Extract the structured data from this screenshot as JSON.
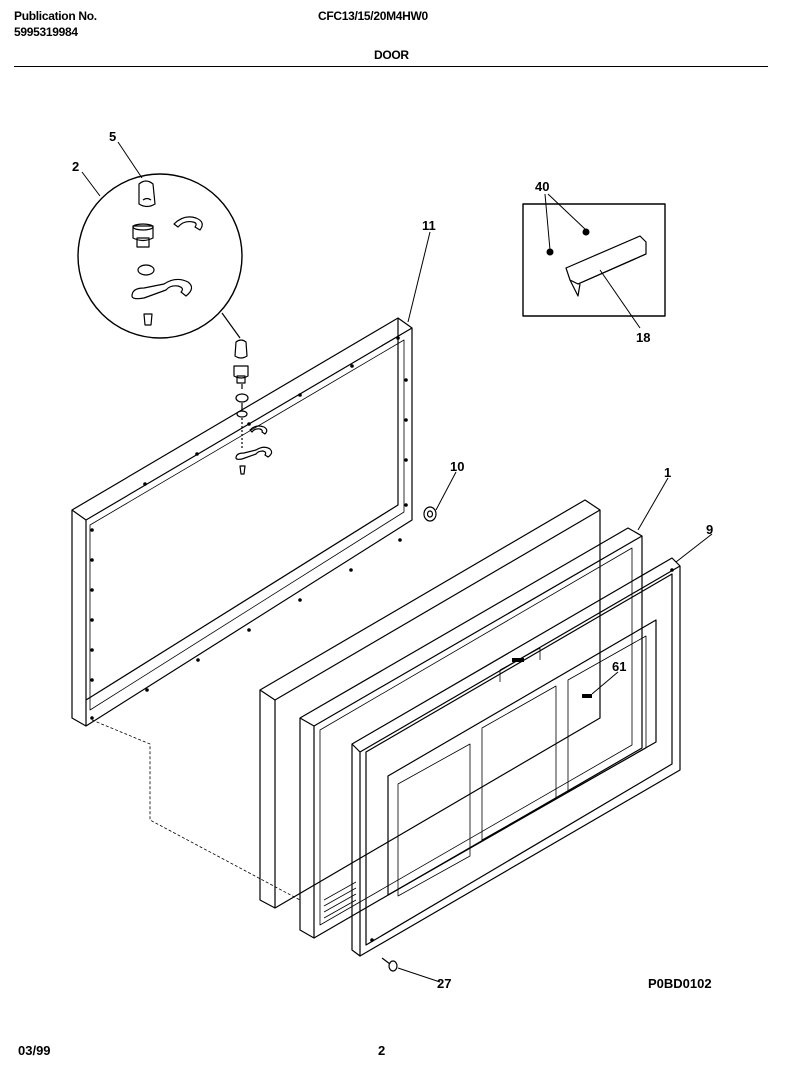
{
  "header": {
    "publication_label": "Publication No.",
    "publication_number": "5995319984",
    "model": "CFC13/15/20M4HW0",
    "section": "DOOR"
  },
  "callouts": [
    "5",
    "2",
    "11",
    "40",
    "18",
    "10",
    "1",
    "9",
    "61",
    "27"
  ],
  "figure_code": "P0BD0102",
  "footer": {
    "date": "03/99",
    "page": "2"
  }
}
